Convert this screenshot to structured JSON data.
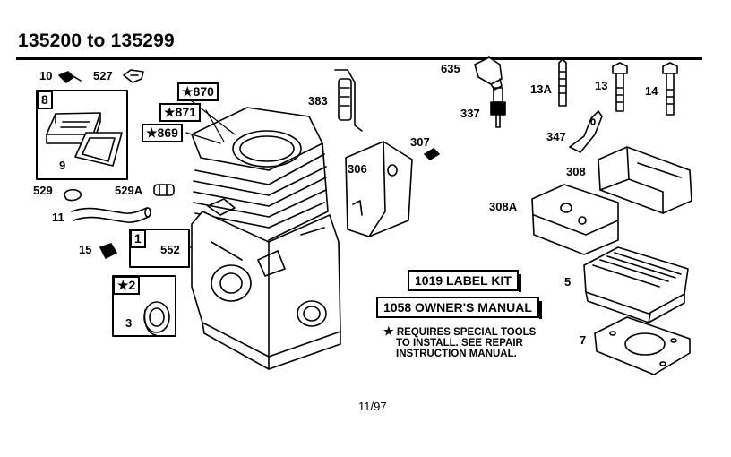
{
  "title": "135200 to 135299",
  "footer": "11/97",
  "labels": {
    "p10": "10",
    "p527": "527",
    "p8": "8",
    "p9": "9",
    "p529": "529",
    "p529a": "529A",
    "p11": "11",
    "p15": "15",
    "p1": "1",
    "p552": "552",
    "p2": "★2",
    "p3": "3",
    "p870": "★870",
    "p871": "★871",
    "p869": "★869",
    "p383": "383",
    "p635": "635",
    "p337": "337",
    "p13a": "13A",
    "p13": "13",
    "p14": "14",
    "p307": "307",
    "p306": "306",
    "p347": "347",
    "p308": "308",
    "p308a": "308A",
    "p5": "5",
    "p7": "7"
  },
  "kits": {
    "label_kit": "1019 LABEL KIT",
    "owners_manual": "1058 OWNER'S MANUAL"
  },
  "note": {
    "star": "★",
    "line1": "REQUIRES SPECIAL TOOLS",
    "line2": "TO INSTALL.  SEE REPAIR",
    "line3": "INSTRUCTION MANUAL."
  }
}
